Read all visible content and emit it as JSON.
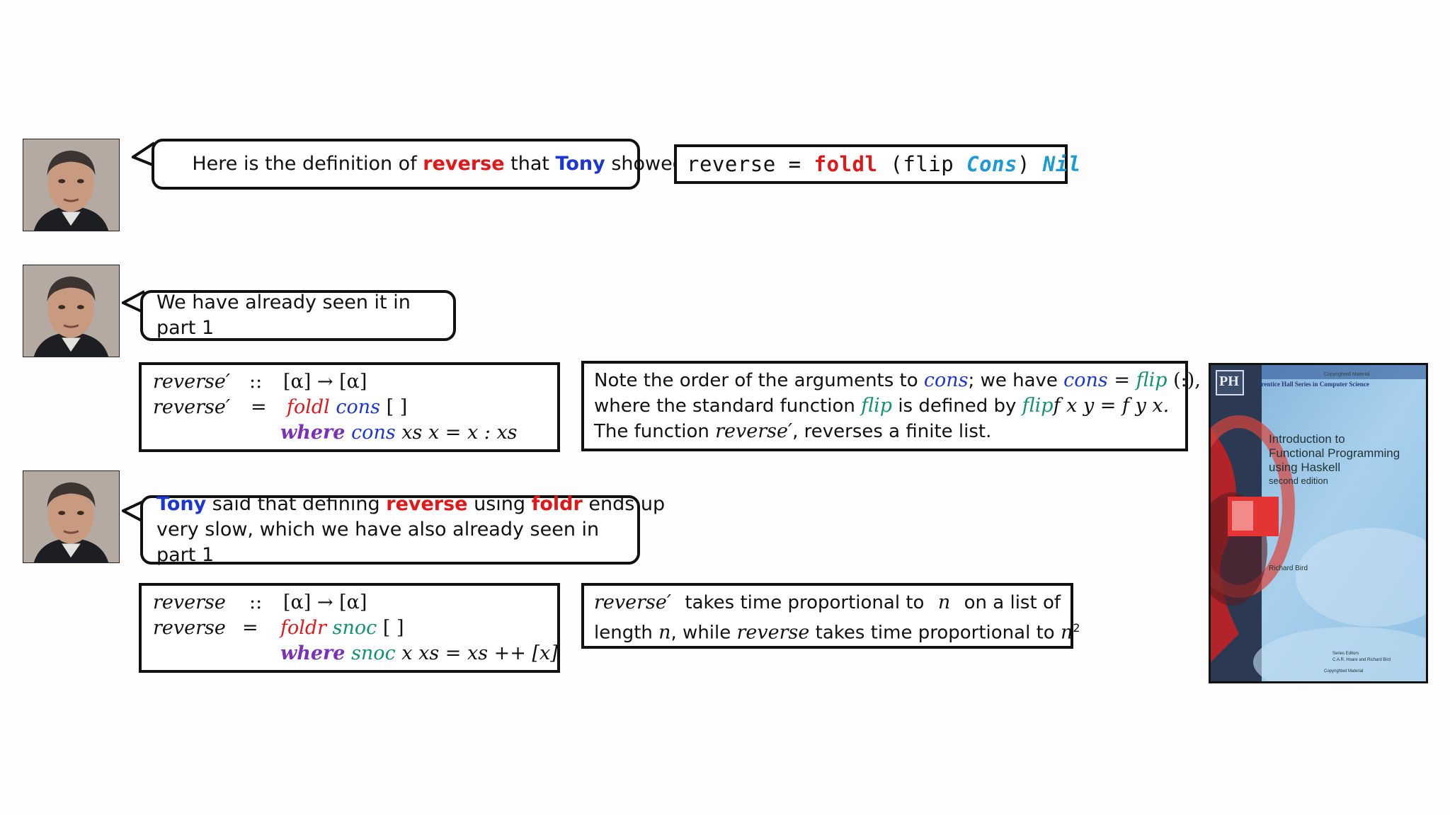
{
  "bubble1": {
    "t1": "Here is the definition of ",
    "t2": "reverse",
    "t3": " that ",
    "t4": "Tony",
    "t5": " showed us"
  },
  "code1": {
    "t1": "reverse = ",
    "t2": "foldl",
    "t3": " (flip ",
    "t4": "Cons",
    "t5": ") ",
    "t6": "Nil"
  },
  "bubble2": {
    "text": "We have already seen it in part 1"
  },
  "math1": {
    "r1": {
      "name": "reverse′",
      "op": "::",
      "rhs": "[α] → [α]"
    },
    "r2": {
      "name": "reverse′",
      "op": "=",
      "f": "foldl",
      "g": "cons",
      "arg": "[ ]"
    },
    "r3": {
      "where": "where",
      "g": "cons",
      "rest": "xs x = x  :  xs"
    }
  },
  "note1": {
    "a1": "Note the order of the arguments to ",
    "a2": "cons",
    "a3": "; we have ",
    "a4": "cons",
    "a5": " = ",
    "a6": "flip",
    "a7": " (:),",
    "b1": "where the standard function ",
    "b2": "flip",
    "b3": " is defined by ",
    "b4": "flip",
    "b5": "f x y = f y x.",
    "c1": "The function ",
    "c2": "reverse′",
    "c3": ", reverses a finite list."
  },
  "bubble3": {
    "t1": "Tony",
    "t2": " said that defining ",
    "t3": "reverse",
    "t4": " using ",
    "t5": "foldr",
    "t6": " ends up",
    "line2": "very slow, which we have also already seen in part 1"
  },
  "math2": {
    "r1": {
      "name": "reverse",
      "op": "::",
      "rhs": "[α] → [α]"
    },
    "r2": {
      "name": "reverse",
      "op": "=",
      "f": "foldr",
      "g": "snoc",
      "arg": "[ ]"
    },
    "r3": {
      "where": "where",
      "g": "snoc",
      "rest": "x xs = xs ++ [x]"
    }
  },
  "note2": {
    "a1": "reverse′",
    "a2": " takes time proportional to ",
    "a3": "n",
    "a4": " on a list of",
    "b1": "length ",
    "b2": "n",
    "b3": ", while ",
    "b4": "reverse",
    "b5": " takes time proportional to ",
    "b6": "n",
    "b7": "2"
  },
  "book": {
    "logo": "PH",
    "series_top": "Prentice Hall Series in Computer Science",
    "tiny_top": "Copyrighted Material",
    "title1": "Introduction to",
    "title2": "Functional Programming",
    "title3": "using Haskell",
    "edition": "second edition",
    "author": "Richard Bird",
    "editors1": "Series Editors",
    "editors2": "C.A.R. Hoare and Richard Bird",
    "tiny_bottom": "Copyrighted Material"
  }
}
